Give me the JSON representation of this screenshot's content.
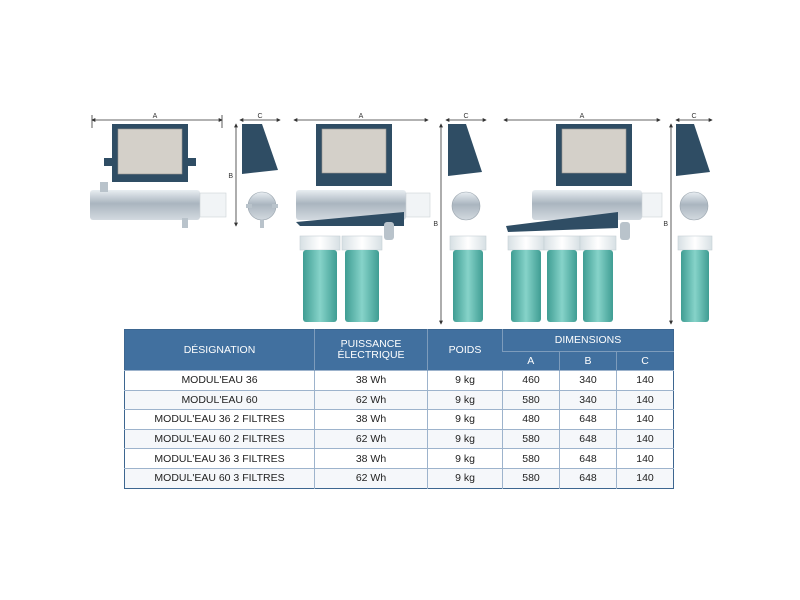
{
  "diagram_labels": {
    "width": "A",
    "height": "B",
    "depth": "C"
  },
  "table": {
    "headers": {
      "designation": "DÉSIGNATION",
      "power": "PUISSANCE ÉLECTRIQUE",
      "weight": "POIDS",
      "dimensions": "DIMENSIONS",
      "dim_a": "A",
      "dim_b": "B",
      "dim_c": "C"
    },
    "rows": [
      {
        "designation": "MODUL'EAU 36",
        "power": "38 Wh",
        "weight": "9 kg",
        "a": "460",
        "b": "340",
        "c": "140"
      },
      {
        "designation": "MODUL'EAU 60",
        "power": "62 Wh",
        "weight": "9 kg",
        "a": "580",
        "b": "340",
        "c": "140"
      },
      {
        "designation": "MODUL'EAU 36 2 FILTRES",
        "power": "38 Wh",
        "weight": "9 kg",
        "a": "480",
        "b": "648",
        "c": "140"
      },
      {
        "designation": "MODUL'EAU 60 2 FILTRES",
        "power": "62 Wh",
        "weight": "9 kg",
        "a": "580",
        "b": "648",
        "c": "140"
      },
      {
        "designation": "MODUL'EAU 36 3 FILTRES",
        "power": "38 Wh",
        "weight": "9 kg",
        "a": "580",
        "b": "648",
        "c": "140"
      },
      {
        "designation": "MODUL'EAU 60 3 FILTRES",
        "power": "62 Wh",
        "weight": "9 kg",
        "a": "580",
        "b": "648",
        "c": "140"
      }
    ]
  },
  "colors": {
    "header_bg": "#41709f",
    "housing": "#2f4d64",
    "panel": "#d4d0c9",
    "tube": "#c4ccd4",
    "filter_water": "#52b6ab",
    "filter_cap": "#eef3f5"
  }
}
